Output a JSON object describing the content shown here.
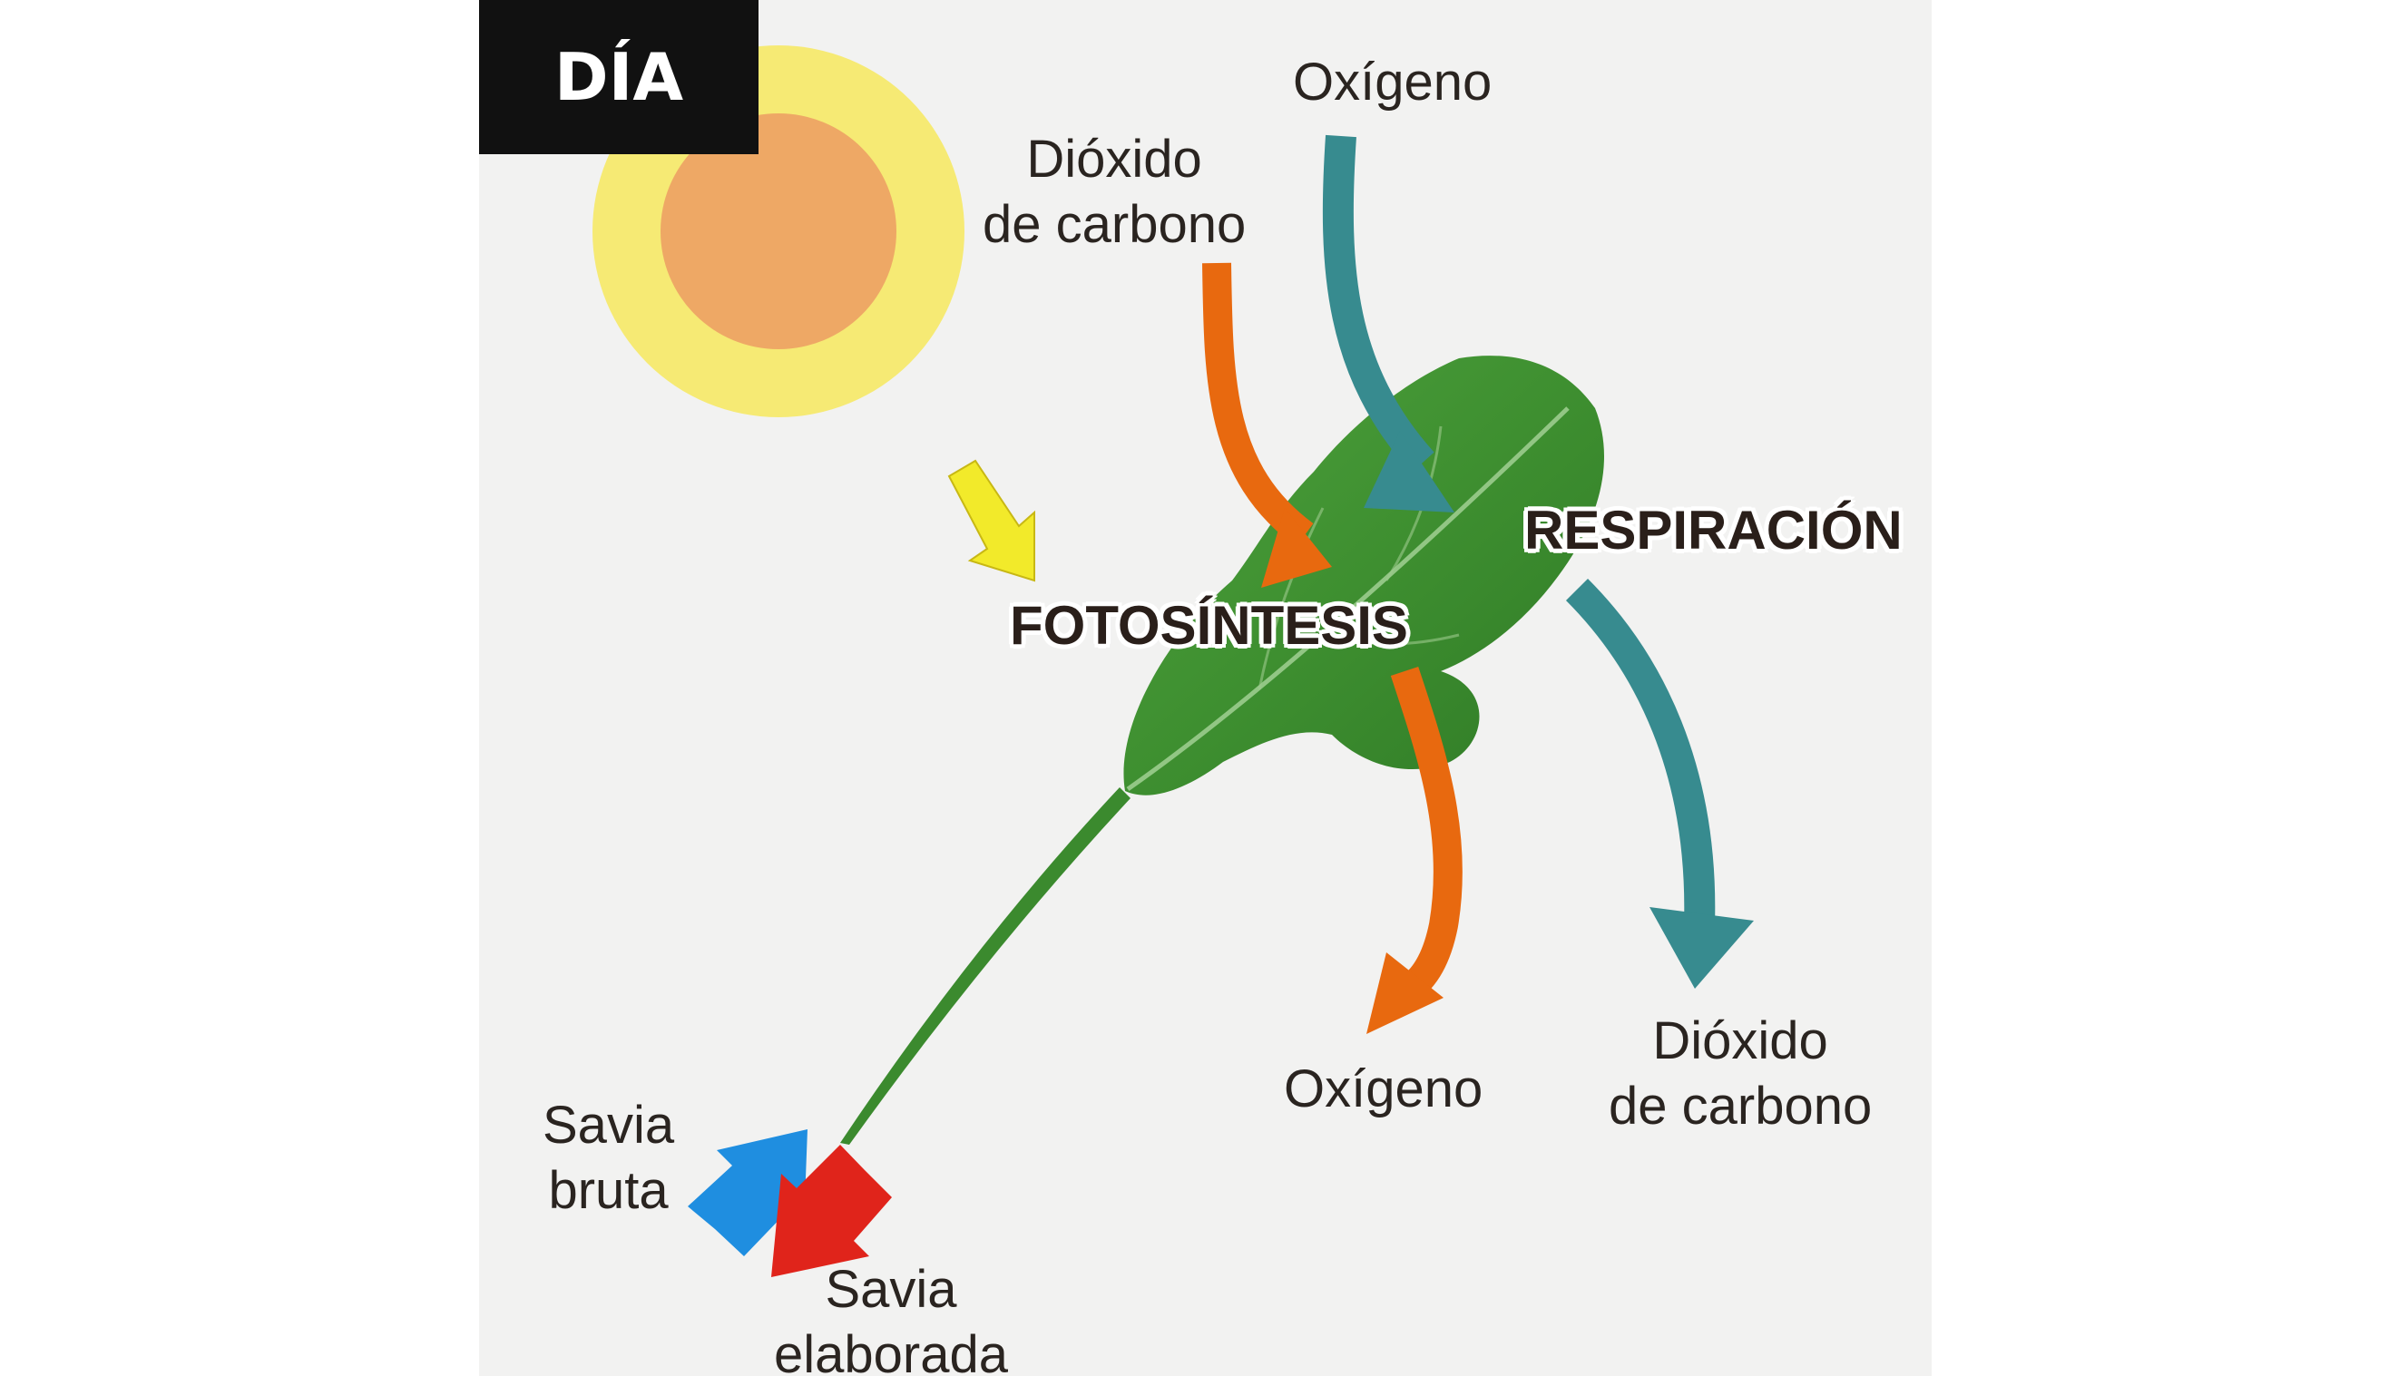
{
  "badge": {
    "label": "DÍA"
  },
  "processes": {
    "photosynthesis": "FOTOSÍNTESIS",
    "respiration": "RESPIRACIÓN"
  },
  "labels": {
    "co2_in": [
      "Dióxido",
      "de carbono"
    ],
    "o2_in": "Oxígeno",
    "o2_out": "Oxígeno",
    "co2_out": [
      "Dióxido",
      "de carbono"
    ],
    "savia_bruta": [
      "Savia",
      "bruta"
    ],
    "savia_elaborada": [
      "Savia",
      "elaborada"
    ]
  },
  "colors": {
    "background": "#f2f2f1",
    "badge": "#111111",
    "sun_outer": "#f6ea74",
    "sun_inner": "#eea865",
    "leaf": "#3f8f32",
    "photosynthesis_arrows": "#e8690f",
    "respiration_arrows": "#378b8f",
    "light_arrow": "#f2ea2a",
    "savia_bruta_arrow": "#1f8ee0",
    "savia_elaborada_arrow": "#e0241b"
  },
  "icons": [
    "sun-icon",
    "leaf-icon",
    "light-arrow-icon"
  ]
}
